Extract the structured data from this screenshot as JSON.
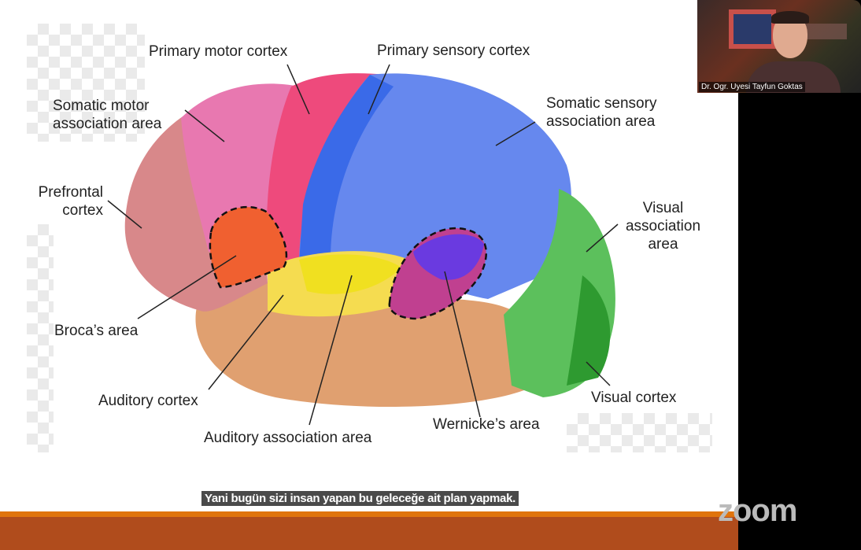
{
  "slide": {
    "labels": {
      "primary_motor": "Primary motor cortex",
      "primary_sensory": "Primary sensory cortex",
      "somatic_motor_1": "Somatic motor",
      "somatic_motor_2": "association area",
      "somatic_sensory_1": "Somatic sensory",
      "somatic_sensory_2": "association area",
      "prefrontal_1": "Prefrontal",
      "prefrontal_2": "cortex",
      "visual_assoc_1": "Visual",
      "visual_assoc_2": "association",
      "visual_assoc_3": "area",
      "broca": "Broca’s area",
      "auditory": "Auditory cortex",
      "auditory_assoc": "Auditory association area",
      "wernicke": "Wernicke’s area",
      "visual_cortex": "Visual cortex"
    }
  },
  "subtitle": "Yani bugün sizi insan yapan bu geleceğe ait plan yapmak.",
  "video": {
    "participant_name": "Dr. Ogr. Uyesi Tayfun Goktas"
  },
  "branding": {
    "logo": "zoom"
  },
  "colors": {
    "stripe": "#e0740c",
    "bottom_bar": "#b04c1c"
  }
}
